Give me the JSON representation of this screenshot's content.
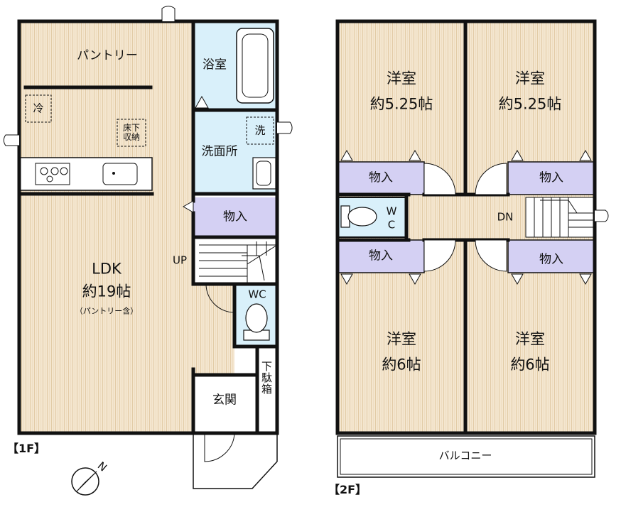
{
  "floor1": {
    "label": "【1F】",
    "rooms": {
      "pantry": "パントリー",
      "ldk_name": "LDK",
      "ldk_size": "約19帖",
      "ldk_note": "（パントリー含）",
      "bath": "浴室",
      "washroom": "洗面所",
      "washer_icon": "洗",
      "fridge_icon": "冷",
      "underfloor_storage": "床下\n収納",
      "closet": "物入",
      "stairs_up": "UP",
      "toilet": "WC",
      "entrance": "玄関",
      "shoe_box": "下駄箱"
    }
  },
  "floor2": {
    "label": "【2F】",
    "rooms": {
      "room_tl_name": "洋室",
      "room_tl_size": "約5.25帖",
      "room_tr_name": "洋室",
      "room_tr_size": "約5.25帖",
      "room_bl_name": "洋室",
      "room_bl_size": "約6帖",
      "room_br_name": "洋室",
      "room_br_size": "約6帖",
      "closet_tl": "物入",
      "closet_tr": "物入",
      "closet_bl": "物入",
      "closet_br": "物入",
      "toilet_w": "W",
      "toilet_c": "C",
      "stairs_down": "DN",
      "balcony": "バルコニー"
    }
  },
  "compass": {
    "north": "N"
  },
  "colors": {
    "floor_wood": "#f4e6cf",
    "closet": "#d4d0f3",
    "wet_area": "#d9f0fa",
    "wall": "#111111"
  }
}
